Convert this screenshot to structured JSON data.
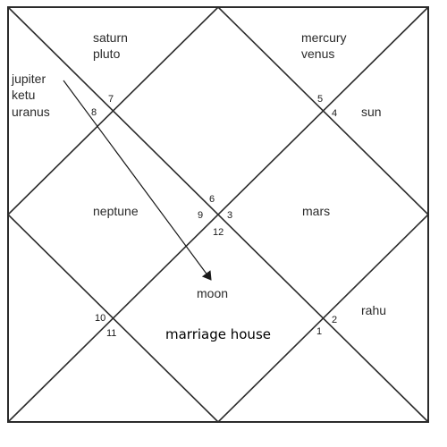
{
  "houses": {
    "h1": {
      "number": "1"
    },
    "h2": {
      "number": "2"
    },
    "h3": {
      "number": "3"
    },
    "h4": {
      "number": "4"
    },
    "h5": {
      "number": "5"
    },
    "h6": {
      "number": "6"
    },
    "h7": {
      "number": "7"
    },
    "h8": {
      "number": "8"
    },
    "h9": {
      "number": "9"
    },
    "h10": {
      "number": "10"
    },
    "h11": {
      "number": "11"
    },
    "h12": {
      "number": "12"
    }
  },
  "planets": {
    "saturn": "saturn",
    "pluto": "pluto",
    "mercury": "mercury",
    "venus": "venus",
    "jupiter": "jupiter",
    "ketu": "ketu",
    "uranus": "uranus",
    "sun": "sun",
    "neptune": "neptune",
    "mars": "mars",
    "moon": "moon",
    "rahu": "rahu"
  },
  "annotation": {
    "label": "marriage house"
  },
  "colors": {
    "line": "#2b2b2b",
    "background": "#ffffff"
  }
}
